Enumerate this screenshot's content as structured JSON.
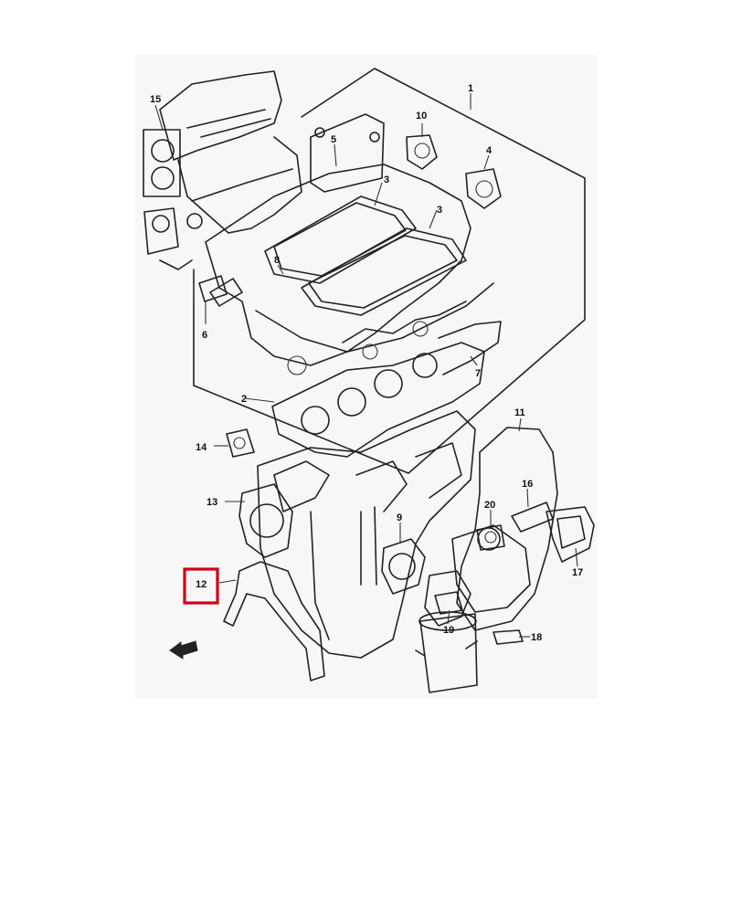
{
  "diagram": {
    "part_labels": [
      "1",
      "2",
      "3",
      "3",
      "4",
      "5",
      "6",
      "7",
      "8",
      "9",
      "10",
      "11",
      "12",
      "13",
      "14",
      "15",
      "16",
      "17",
      "18",
      "19",
      "20"
    ],
    "highlighted_label": "12",
    "highlight_color": "#d0001b",
    "line_color": "#222222",
    "background": "#ffffff",
    "direction_arrow_icon": "front-arrow-icon"
  }
}
